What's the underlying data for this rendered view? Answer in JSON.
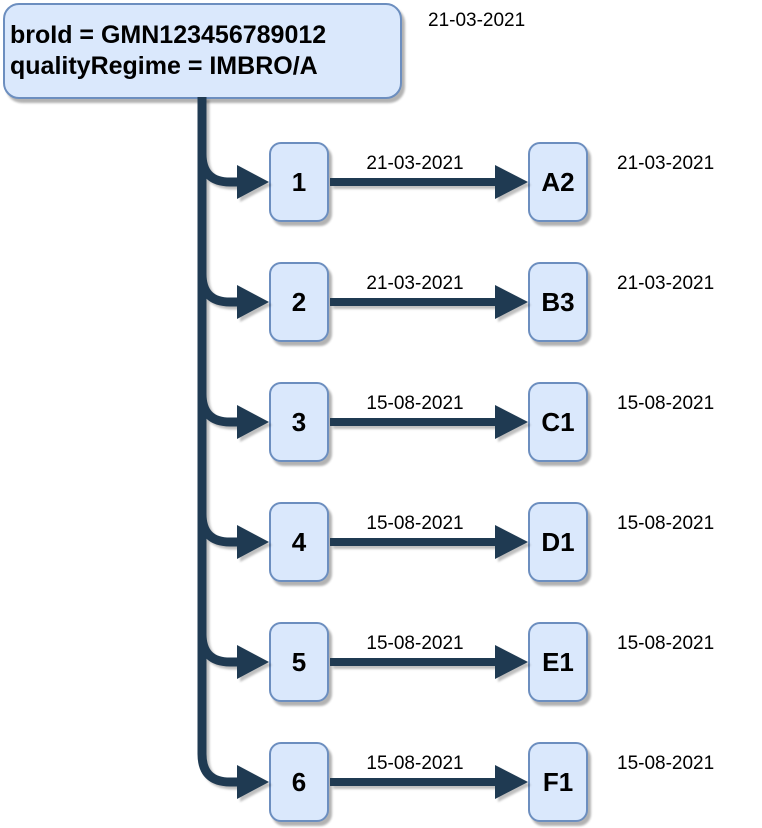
{
  "root": {
    "label_line1": "broId = GMN123456789012",
    "label_line2": "qualityRegime = IMBRO/A",
    "date": "21-03-2021"
  },
  "rows": [
    {
      "source": "1",
      "edge_date": "21-03-2021",
      "target": "A2",
      "target_date": "21-03-2021"
    },
    {
      "source": "2",
      "edge_date": "21-03-2021",
      "target": "B3",
      "target_date": "21-03-2021"
    },
    {
      "source": "3",
      "edge_date": "15-08-2021",
      "target": "C1",
      "target_date": "15-08-2021"
    },
    {
      "source": "4",
      "edge_date": "15-08-2021",
      "target": "D1",
      "target_date": "15-08-2021"
    },
    {
      "source": "5",
      "edge_date": "15-08-2021",
      "target": "E1",
      "target_date": "15-08-2021"
    },
    {
      "source": "6",
      "edge_date": "15-08-2021",
      "target": "F1",
      "target_date": "15-08-2021"
    }
  ],
  "colors": {
    "edge": "#1f3a52",
    "node_fill": "#dae8fc",
    "node_border": "#6c8ebf",
    "text": "#000000"
  }
}
